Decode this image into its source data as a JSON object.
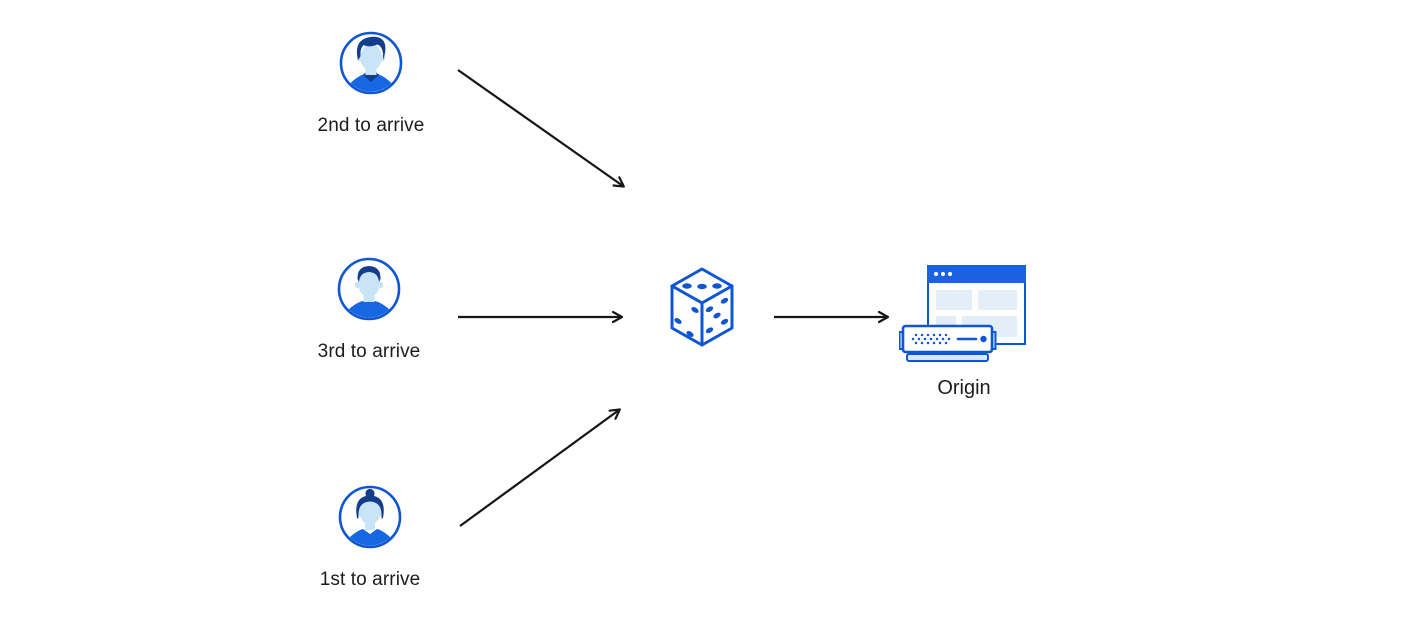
{
  "diagram": {
    "description": "Three visitors arriving in different order are routed randomly (dice) to a single origin server",
    "colors": {
      "background": "#ffffff",
      "accent_blue": "#0f56d5",
      "titlebar_blue": "#1b62e0",
      "shirt_blue": "#1767e2",
      "hair_navy": "#143e8c",
      "face_light_blue": "#c9e4f6",
      "panel_light_blue": "#e2eef8",
      "server_base_blue": "#d8eaf9",
      "arrow_black": "#161616",
      "label_text": "#1c1c1e"
    },
    "users": [
      {
        "id": "second-visitor",
        "label": "2nd to arrive",
        "avatar": "man-pompadour-avatar-icon"
      },
      {
        "id": "third-visitor",
        "label": "3rd to arrive",
        "avatar": "man-flattop-avatar-icon"
      },
      {
        "id": "first-visitor",
        "label": "1st to arrive",
        "avatar": "woman-bun-avatar-icon"
      }
    ],
    "router": {
      "id": "random-router",
      "icon": "dice-icon"
    },
    "origin": {
      "id": "origin-server",
      "label": "Origin",
      "icon": "origin-server-browser-icon"
    },
    "arrows": [
      {
        "from": "second-visitor",
        "to": "random-router"
      },
      {
        "from": "third-visitor",
        "to": "random-router"
      },
      {
        "from": "first-visitor",
        "to": "random-router"
      },
      {
        "from": "random-router",
        "to": "origin-server"
      }
    ]
  }
}
